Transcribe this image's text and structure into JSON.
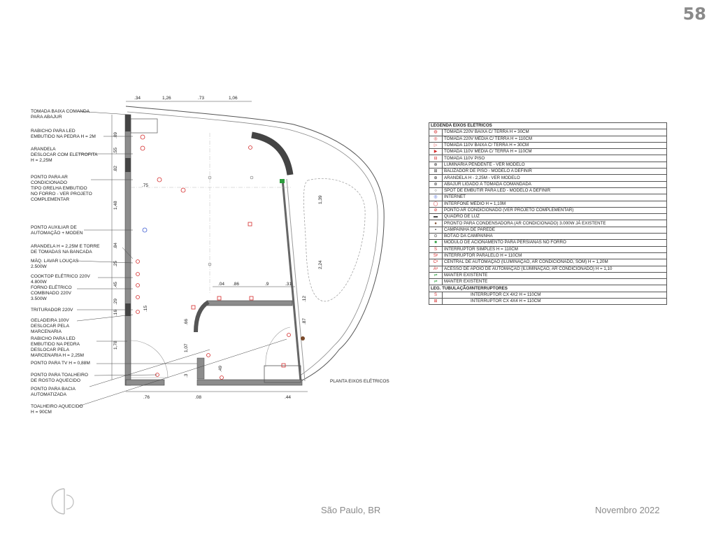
{
  "page": {
    "number": "58",
    "location": "São Paulo, BR",
    "date": "Novembro 2022"
  },
  "plan": {
    "title": "PLANTA EIXOS ELÉTRICOS",
    "dim_top": [
      ".34",
      "1,26",
      ".73",
      "1,06"
    ],
    "dim_left": [
      ".09",
      ".55",
      ".82",
      "1,48",
      ".84",
      ".25",
      ".45",
      ".29",
      ".16",
      "1,78"
    ],
    "dim_bottom": [
      ".76",
      ".08",
      ".44"
    ],
    "dim_inner": [
      ".75",
      "1,39",
      "2,24",
      ".04",
      ".86",
      ".9",
      ".31",
      ".12",
      ".87",
      ".15",
      ".66",
      "1,07",
      ".49",
      ".3"
    ],
    "left_labels": [
      [
        "TOMADA BAIXA COMANDA",
        "PARA ABAJUR"
      ],
      [
        "RABICHO PARA LED",
        "EMBUTIDO NA PEDRA H = 2M"
      ],
      [
        "ARANDELA",
        "DESLOCAR COM ELETROFITA",
        "H = 2,25M"
      ],
      [
        "PONTO PARA AR",
        "CONDICIONADO",
        "TIPO GRELHA EMBUTIDO",
        "NO FORRO - VER PROJETO",
        "COMPLEMENTAR"
      ],
      [
        "PONTO AUXILIAR DE",
        "AUTOMAÇÃO + MODEN"
      ],
      [
        "ARANDELA H = 2,25M E TORRE",
        "DE TOMADAS NA BANCADA"
      ],
      [
        "MÁQ. LAVAR LOUÇAS",
        "2.500W"
      ],
      [
        "COOKTOP ELÉTRICO  220V",
        "4.800W"
      ],
      [
        "FORNO ELÉTRICO",
        "COMBINADO 220V",
        "3.500W"
      ],
      [
        "TRITURADOR 220V"
      ],
      [
        "GELADEIRA 100V",
        "DESLOCAR PELA",
        "MARCENARIA"
      ],
      [
        "RABICHO PARA LED",
        "EMBUTIDO NA PEDRA",
        "DESLOCAR PELA",
        "MARCENARIA H = 2,25M"
      ],
      [
        "PONTO PARA TV H = 0,88M"
      ],
      [
        "PONTO PARA TOALHEIRO",
        "DE ROSTO AQUECIDO"
      ],
      [
        "PONTO PARA BACIA",
        "AUTOMATIZADA"
      ],
      [
        "TOALHEIRO AQUECIDO",
        "H = 90CM"
      ]
    ]
  },
  "legend": {
    "title": "LEGENDA EIXOS ELÉTRICOS",
    "items": [
      {
        "icon": "outlet-low-220v-icon",
        "glyph": "◍",
        "tone": "red",
        "label": "TOMADA 220V BAIXA C/ TERRA H = 30CM"
      },
      {
        "icon": "outlet-mid-220v-icon",
        "glyph": "◎",
        "tone": "red",
        "label": "TOMADA 220V MÉDIA C/ TERRA H = 110CM"
      },
      {
        "icon": "outlet-low-110v-icon",
        "glyph": "▷",
        "tone": "red",
        "label": "TOMADA 110V BAIXA C/ TERRA H = 30CM"
      },
      {
        "icon": "outlet-mid-110v-icon",
        "glyph": "▶",
        "tone": "red",
        "label": "TOMADA 110V MÉDIA C/ TERRA H = 110CM"
      },
      {
        "icon": "outlet-floor-110v-icon",
        "glyph": "⊟",
        "tone": "red",
        "label": "TOMADA 110V PISO"
      },
      {
        "icon": "pendant-light-icon",
        "glyph": "⊕",
        "tone": "dark",
        "label": "LUMINÁRIA PENDENTE - VER MODELO"
      },
      {
        "icon": "floor-marker-icon",
        "glyph": "⊞",
        "tone": "dark",
        "label": "BALIZADOR DE PISO - MODELO A DEFINIR"
      },
      {
        "icon": "sconce-icon",
        "glyph": "⊕",
        "tone": "dark",
        "label": "ARANDELA H - 2,25M - VER MODELO"
      },
      {
        "icon": "lamp-outlet-icon",
        "glyph": "⊛",
        "tone": "dark",
        "label": "ABAJUR LIGADO À TOMADA COMANDADA"
      },
      {
        "icon": "led-spot-icon",
        "glyph": "○",
        "tone": "dark",
        "label": "SPOT DE EMBUTIR PARA LED - MODELO A DEFINIR"
      },
      {
        "icon": "internet-icon",
        "glyph": "◎",
        "tone": "blue",
        "label": "INTERNET"
      },
      {
        "icon": "intercom-icon",
        "glyph": "◯",
        "tone": "red",
        "label": "INTERFONE MÉDIO H = 1,10M"
      },
      {
        "icon": "ac-point-icon",
        "glyph": "⊘",
        "tone": "red",
        "label": "PONTO AR CONDICIONADO (VER PROJETO COMPLEMENTAR)"
      },
      {
        "icon": "breaker-panel-icon",
        "glyph": "▬",
        "tone": "dark",
        "label": "QUADRO DE LUZ"
      },
      {
        "icon": "condenser-icon",
        "glyph": "●",
        "tone": "brown",
        "label": "PRONTO PARA CONDENSADORA (AR CONDICIONADO) 3.000W JÁ EXISTENTE"
      },
      {
        "icon": "doorbell-icon",
        "glyph": "▪",
        "tone": "dark",
        "label": "CAMPAINHA DE PAREDE"
      },
      {
        "icon": "bell-button-icon",
        "glyph": "⊙",
        "tone": "dark",
        "label": "BOTÃO DA CAMPAINHA"
      },
      {
        "icon": "blinds-module-icon",
        "glyph": "■",
        "tone": "green",
        "label": "MÓDULO DE ACIONAMENTO PARA PERSIANAS NO FORRO"
      },
      {
        "icon": "switch-simple-icon",
        "glyph": "S",
        "tone": "red",
        "label": "INTERRUPTOR SIMPLES H = 110CM"
      },
      {
        "icon": "switch-parallel-icon",
        "glyph": "Sᵖ",
        "tone": "red",
        "label": "INTERRUPTOR PARALELO H = 110CM"
      },
      {
        "icon": "automation-central-icon",
        "glyph": "Cᵃ",
        "tone": "red",
        "label": "CENTRAL DE AUTOMAÇÃO (ILUMINAÇÃO, AR CONDICIONADO, SOM) H = 1,20M"
      },
      {
        "icon": "automation-support-icon",
        "glyph": "Aᵃ",
        "tone": "red",
        "label": "ACESSO DE APOIO DE AUTOMAÇÃO (ILUMINAÇÃO, AR CONDICIONADO) H = 1,10"
      },
      {
        "icon": "keep-existing-a-icon",
        "glyph": "⇌",
        "tone": "green",
        "label": "MANTER EXISTENTE"
      },
      {
        "icon": "keep-existing-b-icon",
        "glyph": "⇌",
        "tone": "green",
        "label": "MANTER EXISTENTE"
      }
    ],
    "subtitle": "LEG. TUBULAÇÃO/INTERRUPTORES",
    "sub_items": [
      {
        "icon": "switch-box-4x2-icon",
        "glyph": "S",
        "label": "INTERRUPTOR CX 4X2 H = 110CM"
      },
      {
        "icon": "switch-box-4x4-icon",
        "glyph": "⊞",
        "label": "INTERRUPTOR CX 4X4 H = 110CM"
      }
    ]
  }
}
